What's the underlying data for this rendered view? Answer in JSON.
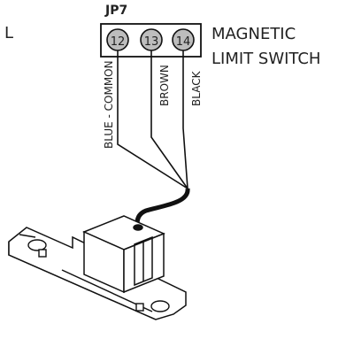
{
  "edge_label": "L",
  "terminal_block": {
    "header": "JP7",
    "terminals": [
      {
        "number": "12"
      },
      {
        "number": "13"
      },
      {
        "number": "14"
      }
    ]
  },
  "switch_label": {
    "line1": "MAGNETIC",
    "line2": "LIMIT SWITCH"
  },
  "wires": [
    {
      "label": "BLUE - COMMON"
    },
    {
      "label": "BROWN"
    },
    {
      "label": "BLACK"
    }
  ],
  "colors": {
    "line": "#111111",
    "terminal_fill": "#bdbdbd",
    "text": "#222222"
  }
}
